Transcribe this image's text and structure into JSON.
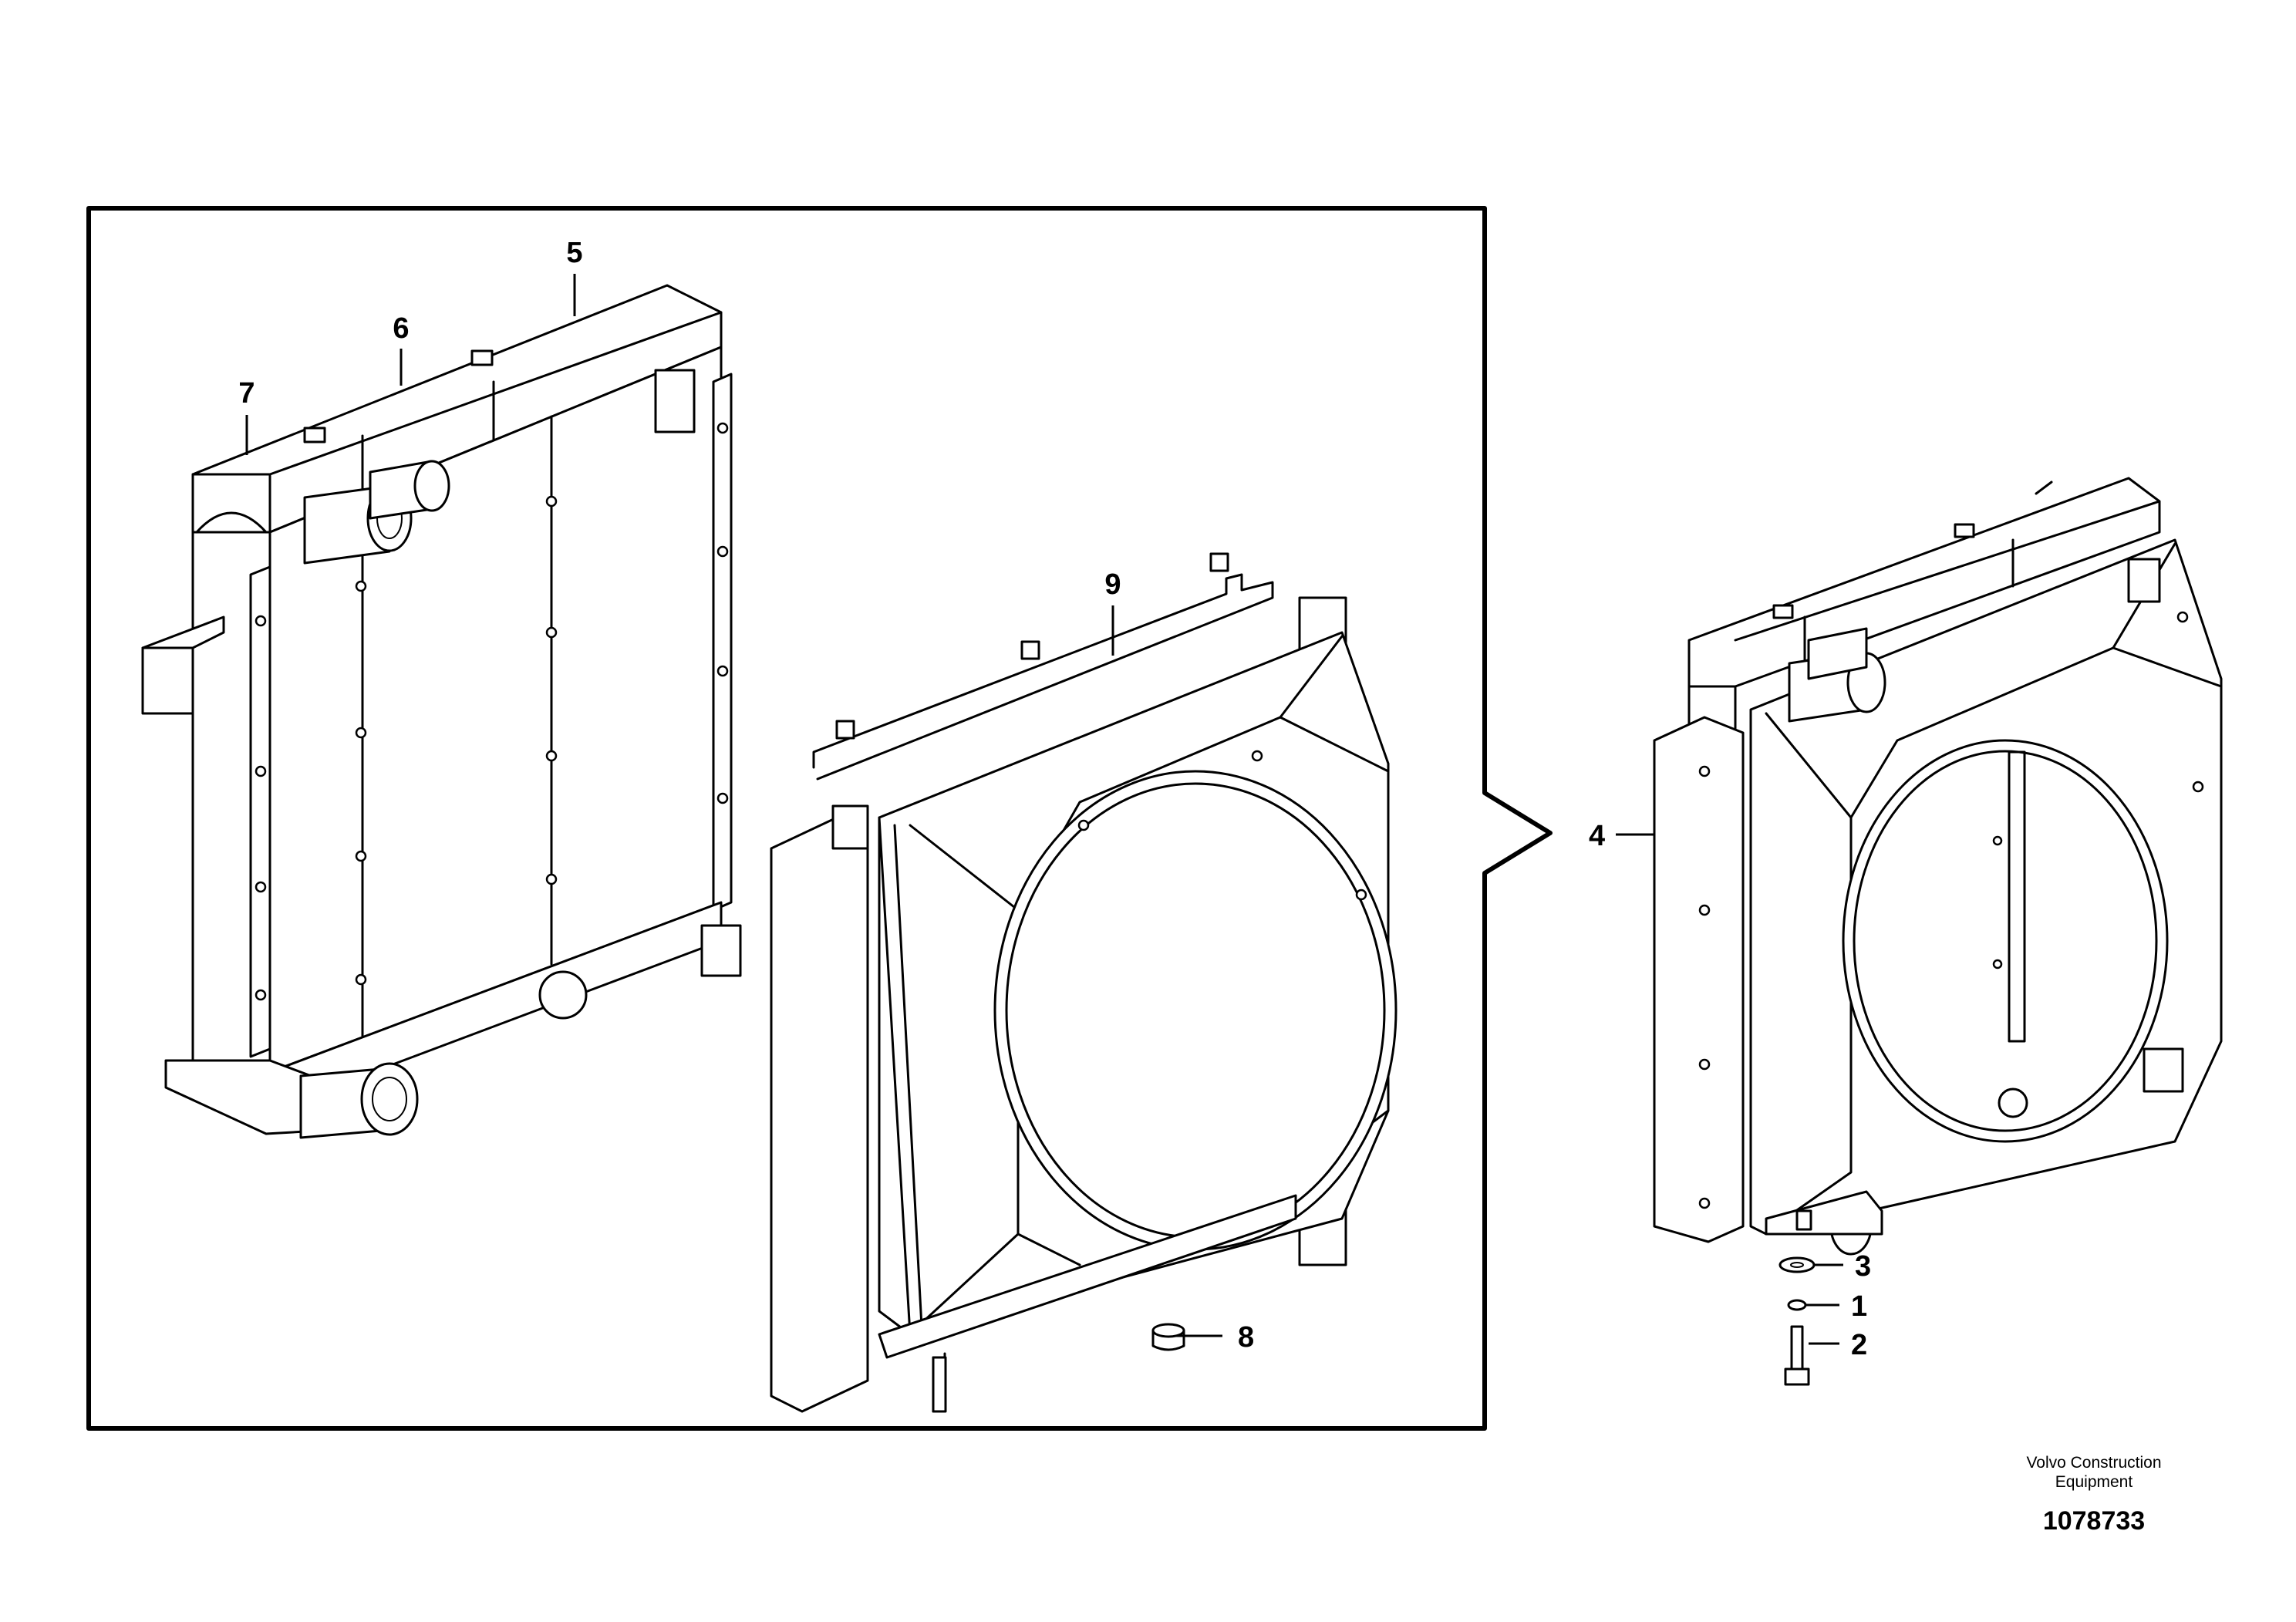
{
  "callouts": [
    "1",
    "2",
    "3",
    "4",
    "5",
    "6",
    "7",
    "8",
    "9"
  ],
  "footer": {
    "brand_line1": "Volvo Construction",
    "brand_line2": "Equipment",
    "document_number": "1078733"
  }
}
